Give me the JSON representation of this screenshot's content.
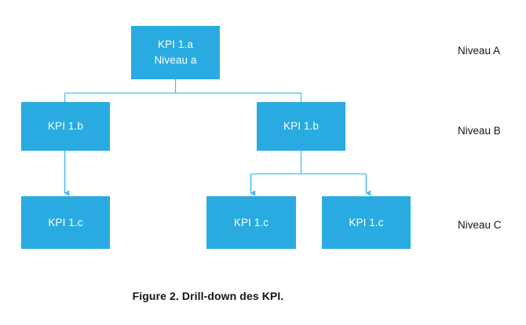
{
  "figure": {
    "caption": "Figure 2. Drill-down des KPI.",
    "accent_color": "#29abe2",
    "connector_color": "#4fbdf0",
    "text_color_on_node": "#ffffff",
    "label_color": "#161616",
    "background_color": "#ffffff"
  },
  "nodes": {
    "root": {
      "line1": "KPI 1.a",
      "line2": "Niveau a"
    },
    "b_left": {
      "line1": "KPI 1.b"
    },
    "b_right": {
      "line1": "KPI 1.b"
    },
    "c_left": {
      "line1": "KPI 1.c"
    },
    "c_mid": {
      "line1": "KPI 1.c"
    },
    "c_right": {
      "line1": "KPI 1.c"
    }
  },
  "levels": [
    {
      "label": "Niveau A"
    },
    {
      "label": "Niveau B"
    },
    {
      "label": "Niveau C"
    }
  ],
  "chart_data": {
    "type": "diagram",
    "diagram_type": "tree",
    "title": "Figure 2. Drill-down des KPI.",
    "orientation": "top-down",
    "levels": [
      "Niveau A",
      "Niveau B",
      "Niveau C"
    ],
    "nodes": [
      {
        "id": "root",
        "label": "KPI 1.a\nNiveau a",
        "level": "Niveau A"
      },
      {
        "id": "b_left",
        "label": "KPI 1.b",
        "level": "Niveau B"
      },
      {
        "id": "b_right",
        "label": "KPI 1.b",
        "level": "Niveau B"
      },
      {
        "id": "c_left",
        "label": "KPI 1.c",
        "level": "Niveau C"
      },
      {
        "id": "c_mid",
        "label": "KPI 1.c",
        "level": "Niveau C"
      },
      {
        "id": "c_right",
        "label": "KPI 1.c",
        "level": "Niveau C"
      }
    ],
    "edges": [
      {
        "from": "root",
        "to": "b_left",
        "arrow": false
      },
      {
        "from": "root",
        "to": "b_right",
        "arrow": false
      },
      {
        "from": "b_left",
        "to": "c_left",
        "arrow": true
      },
      {
        "from": "b_right",
        "to": "c_mid",
        "arrow": true
      },
      {
        "from": "b_right",
        "to": "c_right",
        "arrow": true
      }
    ]
  }
}
